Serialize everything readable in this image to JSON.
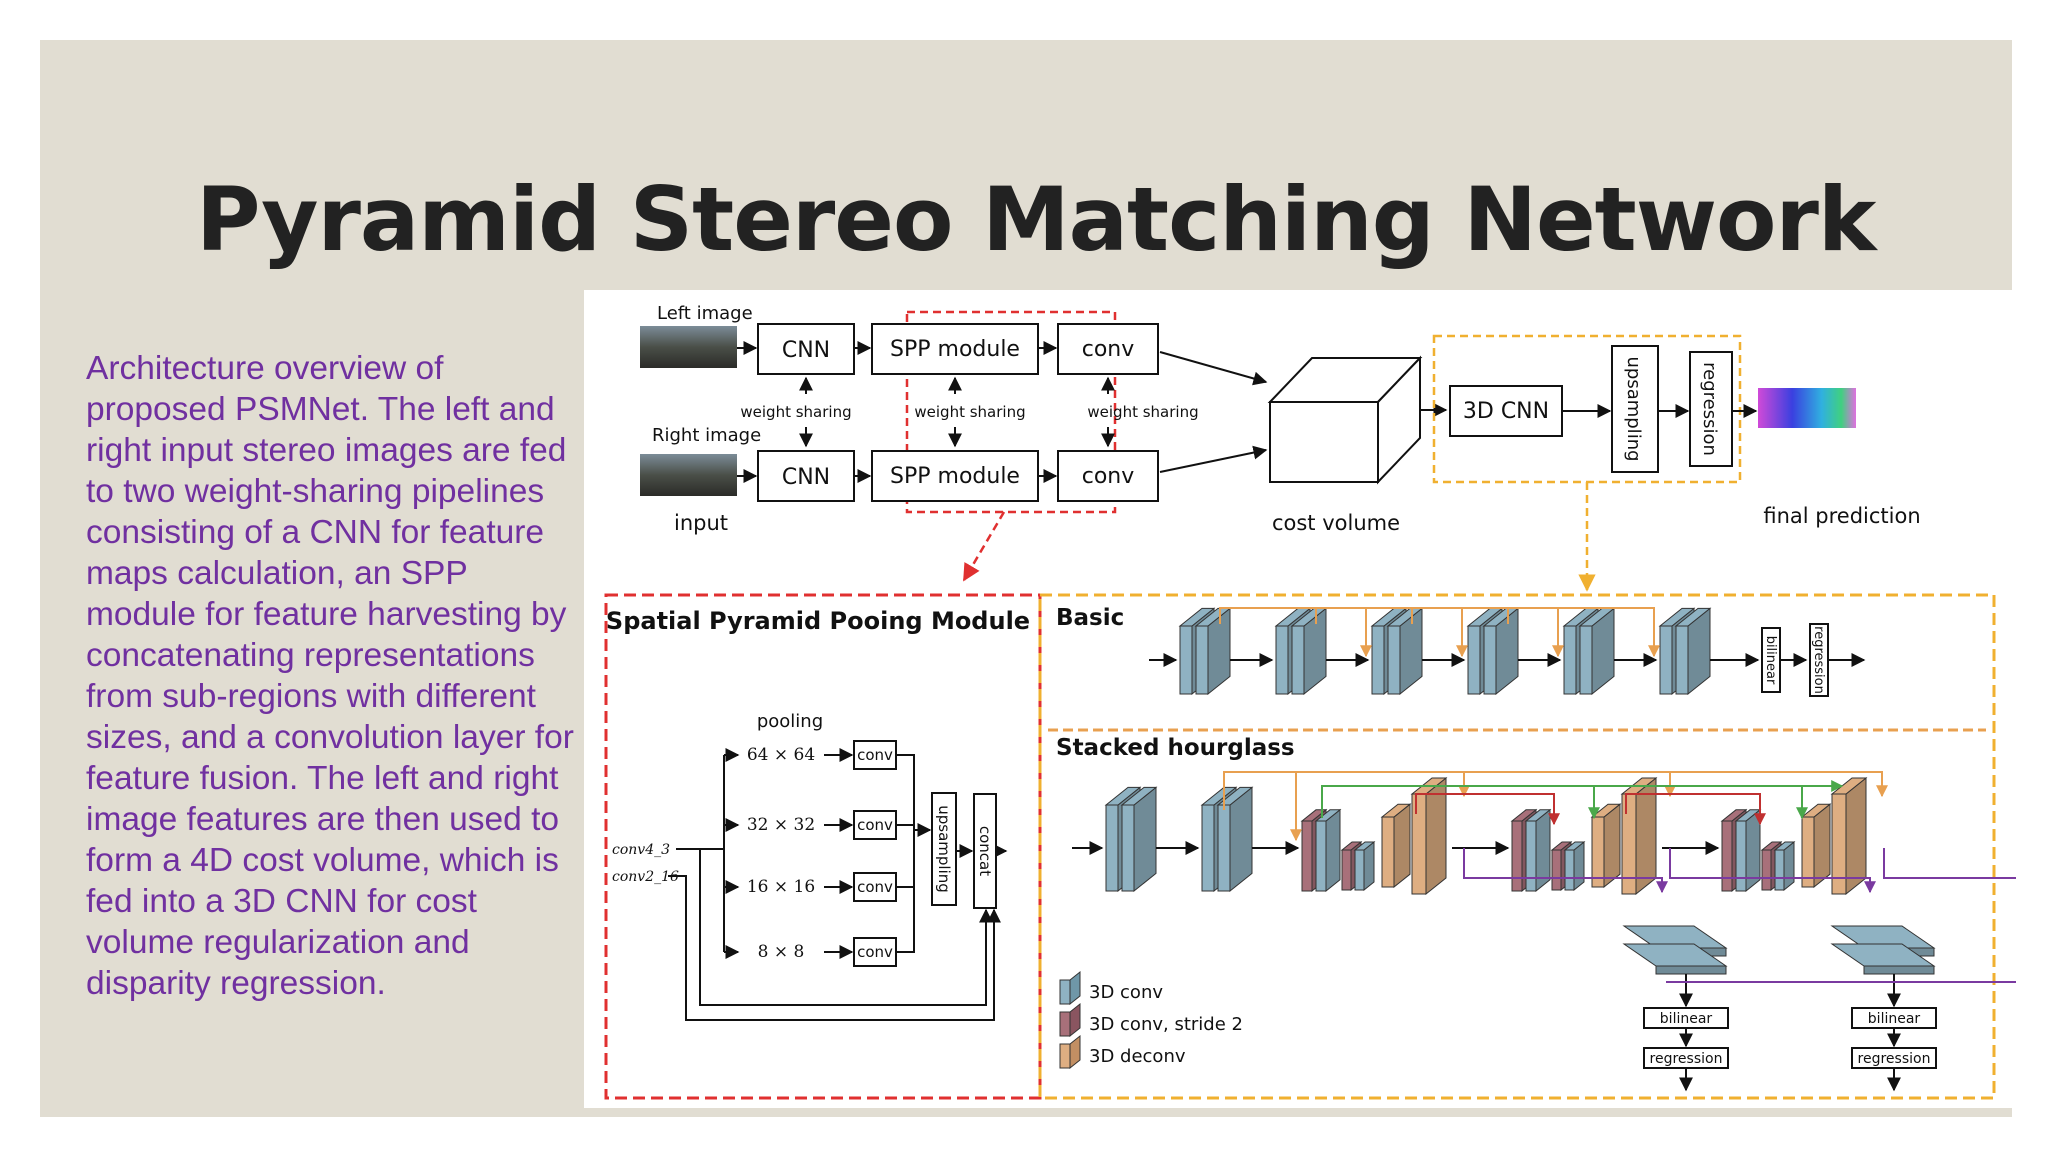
{
  "slide": {
    "title": "Pyramid Stereo Matching Network",
    "caption": "Architecture overview of proposed PSMNet. The left and right input stereo images are fed to two weight-sharing pipelines consisting of a CNN for feature maps calculation, an SPP module for feature harvesting by concatenating representations from sub-regions with different sizes, and a convolution layer for feature fusion. The left and right image features are then used to form a 4D cost volume, which is fed into a 3D CNN for cost volume regularization and disparity regression."
  },
  "figure": {
    "left_image": "Left image",
    "right_image": "Right image",
    "input": "input",
    "cnn": "CNN",
    "spp_module": "SPP module",
    "conv": "conv",
    "weight_sharing": "weight sharing",
    "cost_volume": "cost volume",
    "cnn3d": "3D CNN",
    "upsampling": "upsampling",
    "regression": "regression",
    "final_prediction": "final prediction",
    "spp_title": "Spatial Pyramid Pooing Module",
    "pooling": "pooling",
    "pool_sizes": [
      "64 × 64",
      "32 × 32",
      "16 × 16",
      "8 × 8"
    ],
    "conv_small": "conv",
    "concat": "concat",
    "conv4_3": "conv4_3",
    "conv2_16": "conv2_16",
    "basic_title": "Basic",
    "bilinear": "bilinear",
    "stacked_title": "Stacked hourglass",
    "legend": [
      "3D conv",
      "3D conv, stride 2",
      "3D deconv"
    ]
  },
  "colors": {
    "caption": "#7030a0",
    "spp_border": "#e03030",
    "cnn3d_border": "#f0b030",
    "conv3d": "#8fb2c2",
    "conv_stride2": "#a8707a",
    "deconv": "#deae82",
    "skip_orange": "#e8a050",
    "skip_green": "#4aa84a",
    "skip_red": "#c03030",
    "skip_purple": "#7a3aa0"
  }
}
